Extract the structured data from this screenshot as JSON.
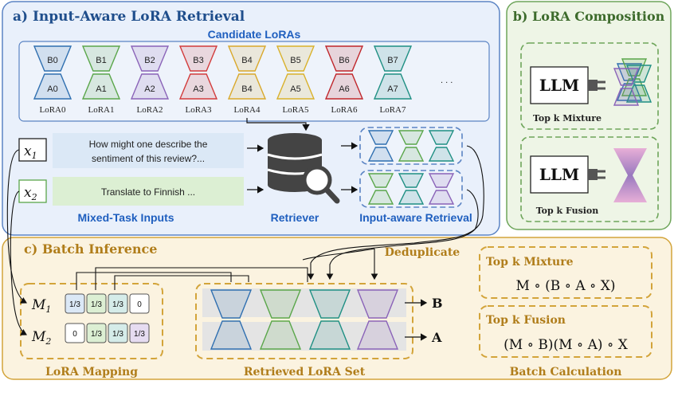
{
  "panels": {
    "retrieval_title": "a) Input-Aware LoRA Retrieval",
    "composition_title": "b) LoRA Composition",
    "batch_title": "c) Batch Inference"
  },
  "candidates": {
    "title": "Candidate LoRAs",
    "ellipsis": ". . .",
    "items": [
      {
        "b": "B0",
        "a": "A0",
        "name": "LoRA0",
        "color": "#2f6fb0"
      },
      {
        "b": "B1",
        "a": "A1",
        "name": "LoRA1",
        "color": "#5aa64a"
      },
      {
        "b": "B2",
        "a": "A2",
        "name": "LoRA2",
        "color": "#8a63b8"
      },
      {
        "b": "B3",
        "a": "A3",
        "name": "LoRA3",
        "color": "#d23b3b"
      },
      {
        "b": "B4",
        "a": "B4",
        "name": "LoRA4",
        "color": "#d9a82a"
      },
      {
        "b": "B5",
        "a": "A5",
        "name": "LoRA5",
        "color": "#d9b12a"
      },
      {
        "b": "B6",
        "a": "A6",
        "name": "LoRA6",
        "color": "#c0262b"
      },
      {
        "b": "B7",
        "a": "A7",
        "name": "LoRA7",
        "color": "#1f8f83"
      }
    ]
  },
  "inputs": {
    "x1": "x",
    "x1_sub": "1",
    "x2": "x",
    "x2_sub": "2",
    "q1_line1": "How might one describe the",
    "q1_line2": "sentiment of this review?...",
    "q2": "Translate to Finnish ...",
    "caption": "Mixed-Task Inputs"
  },
  "retriever": {
    "label": "Retriever"
  },
  "retrieval_set": {
    "label": "Input-aware Retrieval"
  },
  "composition": {
    "llm1": "LLM",
    "llm2": "LLM",
    "mixture_caption": "Top k Mixture",
    "fusion_caption": "Top k Fusion"
  },
  "batch": {
    "deduplicate": "Deduplicate",
    "m1": "M",
    "m1_sub": "1",
    "m2": "M",
    "m2_sub": "2",
    "m1_cells": [
      "1/3",
      "1/3",
      "1/3",
      "0"
    ],
    "m2_cells": [
      "0",
      "1/3",
      "1/3",
      "1/3"
    ],
    "mapping_caption": "LoRA Mapping",
    "set_caption": "Retrieved LoRA Set",
    "b_label": "B",
    "a_label": "A",
    "calc_caption": "Batch Calculation",
    "mixture_title": "Top k Mixture",
    "mixture_formula": "M ∘ (B ∘ A ∘ X)",
    "fusion_title": "Top k Fusion",
    "fusion_formula": "(M ∘ B)(M ∘ A) ∘ X"
  },
  "colors": {
    "blue_panel": "#e9f0fb",
    "green_panel": "#eef5e6",
    "gold_panel": "#fbf3e0",
    "cell_blue": "#dbe8f6",
    "cell_green": "#dcefd3",
    "cell_teal": "#d5ece9",
    "cell_purple": "#e6dcf1"
  }
}
